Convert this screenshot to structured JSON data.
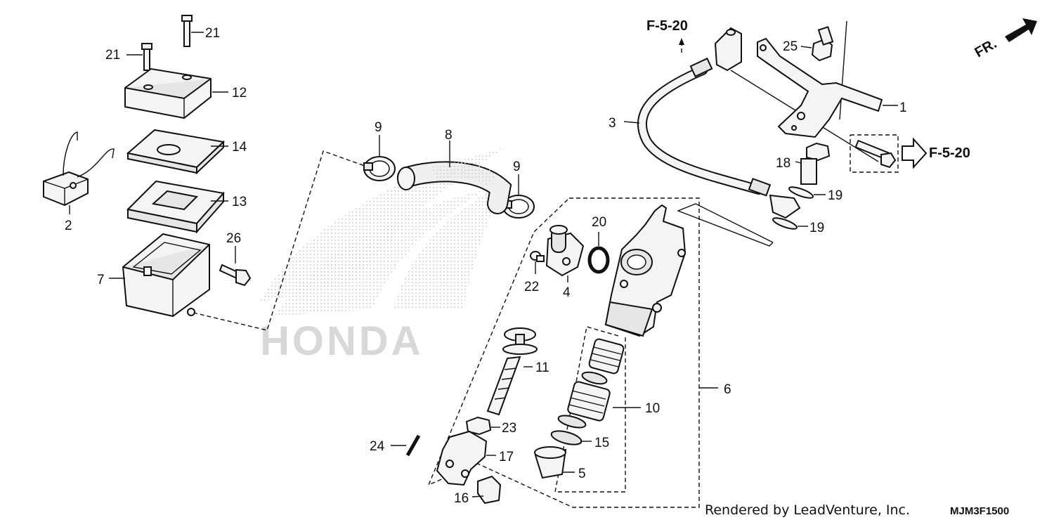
{
  "brand_watermark": "HONDA",
  "direction_marker": {
    "text": "FR.",
    "icon": "direction-arrow-icon"
  },
  "references": [
    {
      "id": "ref-top",
      "text": "F-5-20"
    },
    {
      "id": "ref-right",
      "text": "F-5-20"
    }
  ],
  "callouts": [
    "1",
    "2",
    "3",
    "4",
    "5",
    "6",
    "7",
    "8",
    "9",
    "9",
    "10",
    "11",
    "12",
    "13",
    "14",
    "15",
    "16",
    "17",
    "18",
    "19",
    "19",
    "20",
    "21",
    "21",
    "22",
    "23",
    "24",
    "25",
    "26"
  ],
  "footer": {
    "credit": "Rendered by LeadVenture, Inc.",
    "diagram_code": "MJM3F1500"
  }
}
